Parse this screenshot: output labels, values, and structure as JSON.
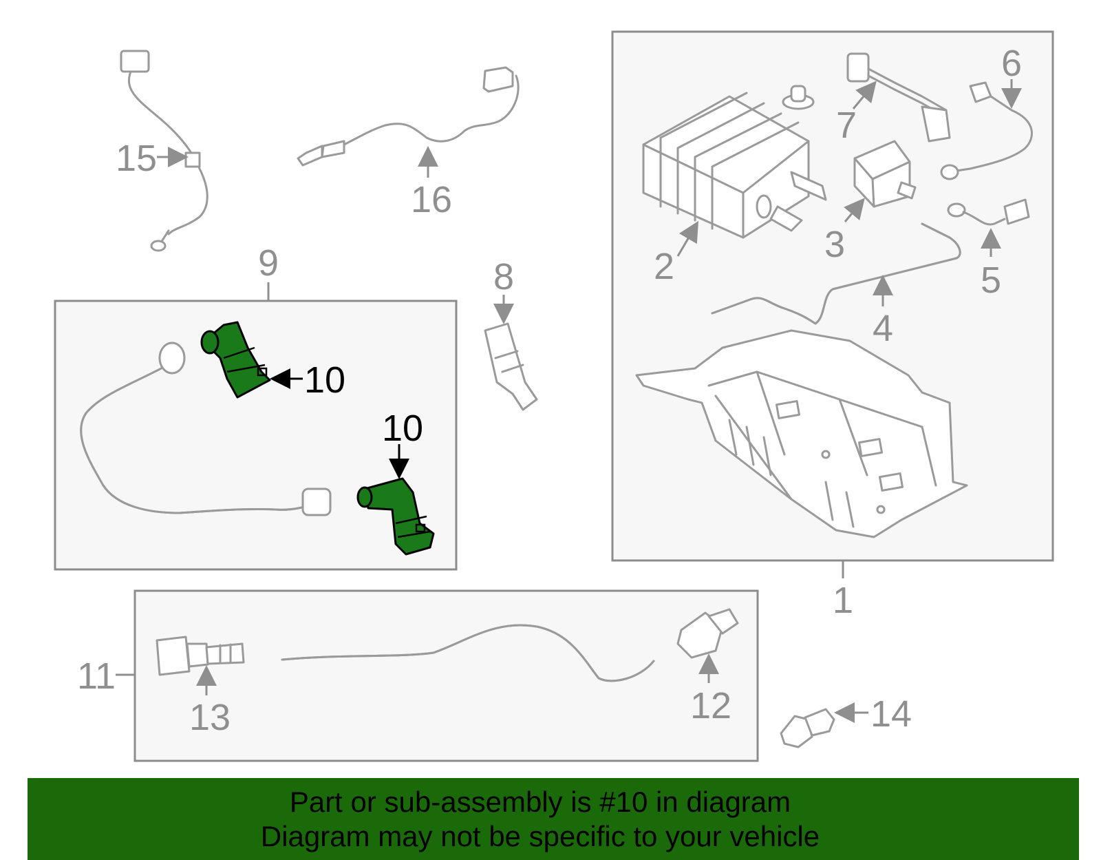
{
  "diagram": {
    "callouts": [
      "1",
      "2",
      "3",
      "4",
      "5",
      "6",
      "7",
      "8",
      "9",
      "10",
      "10",
      "11",
      "12",
      "13",
      "14",
      "15",
      "16"
    ],
    "highlight_color": "#1a7a1a",
    "highlighted_part": "10"
  },
  "banner": {
    "line1": "Part or sub-assembly is #10 in diagram",
    "line2": "Diagram may not be specific to your vehicle",
    "background": "#1a6a0a"
  }
}
